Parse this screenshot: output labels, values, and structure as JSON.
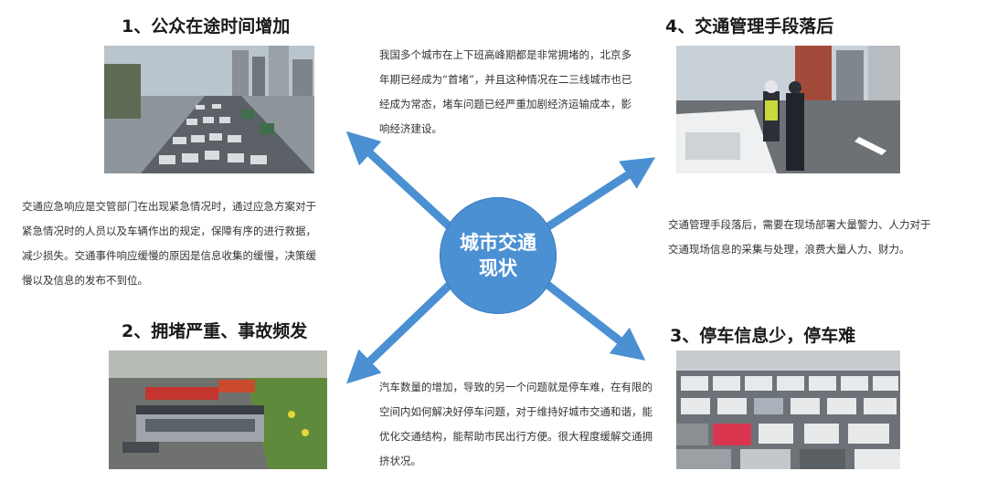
{
  "center": {
    "label": "城市交通现状"
  },
  "sections": {
    "s1": {
      "title": "1、公众在途时间增加",
      "photo": "highway-traffic-jam-photo",
      "text": "交通应急响应是交管部门在出现紧急情况时，通过应急方案对于紧急情况时的人员以及车辆作出的规定，保障有序的进行救据，减少损失。交通事件响应缓慢的原因是信息收集的缓慢，决策缓慢以及信息的发布不到位。"
    },
    "s2": {
      "title": "2、拥堵严重、事故频发",
      "photo": "bus-accident-scene-photo"
    },
    "s3": {
      "title": "3、停车信息少，停车难",
      "photo": "crowded-parking-lot-photo"
    },
    "s4": {
      "title": "4、交通管理手段落后",
      "photo": "traffic-police-on-street-photo",
      "text": "交通管理手段落后，需要在现场部署大量警力、人力对于交通现场信息的采集与处理，浪费大量人力、财力。"
    }
  },
  "top_text": "我国多个城市在上下班高峰期都是非常拥堵的，北京多年期已经成为“首堵”，并且这种情况在二三线城市也已经成为常态，堵车问题已经严重加剧经济运输成本，影响经济建设。",
  "bottom_text": "汽车数量的增加，导致的另一个问题就是停车难，在有限的空间内如何解决好停车问题，对于维持好城市交通和谐，能优化交通结构，能帮助市民出行方便。很大程度缓解交通拥挤状况。",
  "colors": {
    "accent": "#4a90d2",
    "heading": "#1a1a1a",
    "text": "#333333"
  }
}
